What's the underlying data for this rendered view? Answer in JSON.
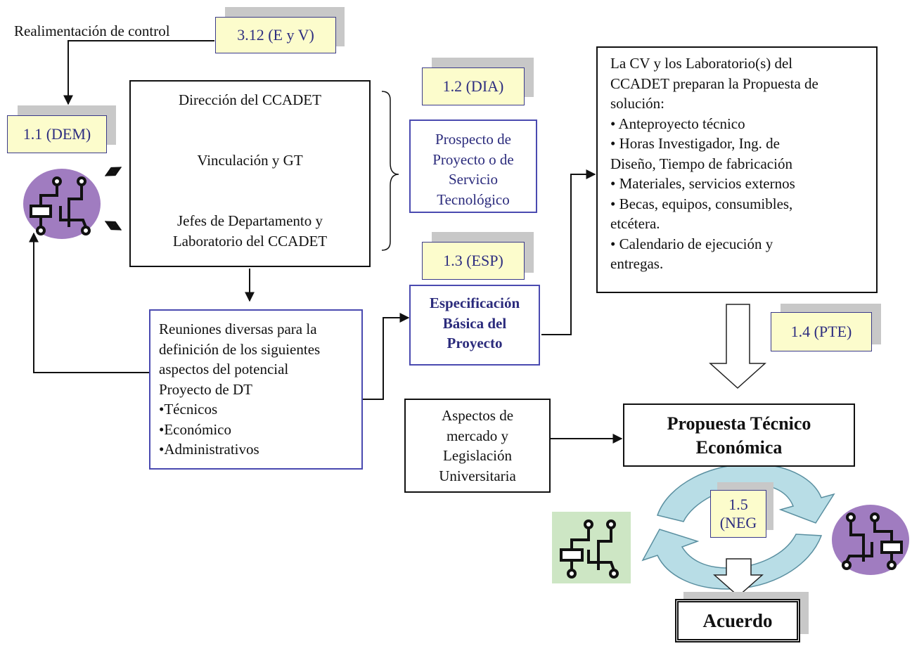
{
  "feedback": {
    "label": "Realimentación de control"
  },
  "tags": {
    "t312": "3.12 (E y V)",
    "t11": "1.1 (DEM)",
    "t12": "1.2 (DIA)",
    "t13": "1.3 (ESP)",
    "t14": "1.4 (PTE)",
    "t15_line1": "1.5",
    "t15_line2": "(NEG"
  },
  "org_box": {
    "line1": "Dirección del CCADET",
    "line2": "Vinculación y GT",
    "line3a": "Jefes de Departamento y",
    "line3b": "Laboratorio del CCADET"
  },
  "prospecto": {
    "l1": "Prospecto de",
    "l2": "Proyecto o de",
    "l3": "Servicio",
    "l4": "Tecnológico"
  },
  "especificacion": {
    "l1": "Especificación",
    "l2": "Básica del",
    "l3": "Proyecto"
  },
  "reuniones": {
    "lines": [
      "Reuniones diversas para la",
      "definición de los siguientes",
      "aspectos del potencial",
      "Proyecto de DT"
    ],
    "items": [
      "•Técnicos",
      "•Económico",
      "•Administrativos"
    ]
  },
  "propuesta_solucion": {
    "intro": [
      "La CV y los Laboratorio(s) del",
      "CCADET preparan la Propuesta de",
      "solución:"
    ],
    "items": [
      [
        "• Anteproyecto técnico"
      ],
      [
        "• Horas Investigador, Ing. de",
        "Diseño, Tiempo de fabricación"
      ],
      [
        "• Materiales, servicios externos"
      ],
      [
        "• Becas, equipos, consumibles,",
        "etcétera."
      ],
      [
        "• Calendario de ejecución y",
        "entregas."
      ]
    ]
  },
  "aspectos": {
    "l1": "Aspectos de",
    "l2": "mercado y",
    "l3": "Legislación",
    "l4": "Universitaria"
  },
  "propuesta_tecnica": {
    "l1": "Propuesta Técnico",
    "l2": "Económica"
  },
  "acuerdo": {
    "label": "Acuerdo"
  },
  "colors": {
    "tag_fill": "#fcfccc",
    "tag_border": "#3a3a8a",
    "navy_text": "#2b2b7c",
    "purple_circle": "#a07cc0",
    "green_square": "#cde6c4",
    "cycle_arrow": "#b8dde6"
  }
}
